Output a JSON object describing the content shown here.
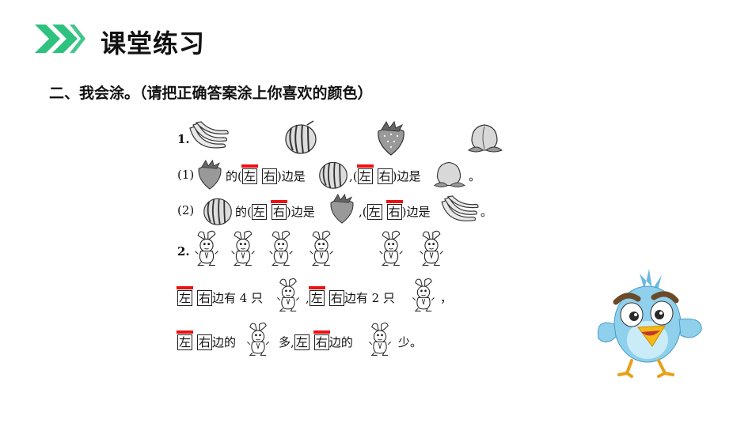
{
  "header": {
    "title": "课堂练习"
  },
  "section": {
    "heading": "二、我会涂。（请把正确答案涂上你喜欢的颜色）"
  },
  "q1": {
    "num": "1.",
    "fruits": [
      "banana-icon",
      "watermelon-icon",
      "strawberry-icon",
      "peach-icon"
    ],
    "sub1": {
      "num": "(1)",
      "de": "的(",
      "zuo": "左",
      "you": "右",
      "bian_shi": ")边是",
      "comma_open": ",(",
      "end": "。"
    },
    "sub2": {
      "num": "(2)",
      "de": "的(",
      "zuo": "左",
      "you": "右",
      "bian_shi": ")边是",
      "comma_open": ",(",
      "end": "。"
    }
  },
  "q2": {
    "num": "2.",
    "line1": {
      "zuo": "左",
      "you": "右",
      "text_a": "边有 4 只",
      "comma": ",",
      "zuo2": "左",
      "you2": "右",
      "text_b": "边有 2 只",
      "end": "，"
    },
    "line2": {
      "zuo": "左",
      "you": "右",
      "text_a": "边的",
      "text_b": "多,",
      "zuo2": "左",
      "you2": "右",
      "text_c": "边的",
      "text_d": "少。"
    }
  },
  "colors": {
    "accent_green": "#2ec27e",
    "mark_red": "#e11111",
    "bird_blue": "#8fd0ec"
  }
}
